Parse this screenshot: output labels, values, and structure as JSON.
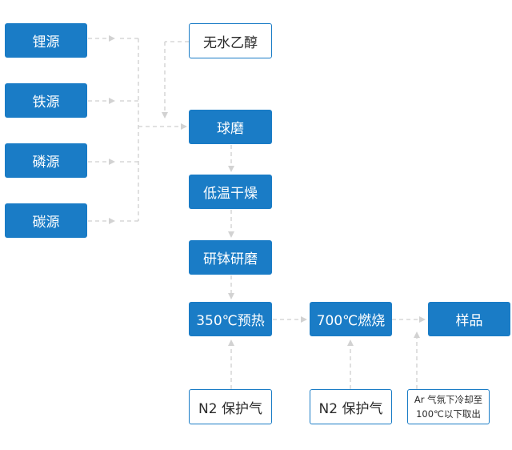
{
  "colors": {
    "node_fill": "#1a7cc6",
    "node_text": "#ffffff",
    "outline_border": "#1a7cc6",
    "outline_text": "#2b2b2b",
    "connector": "#cccccc"
  },
  "nodes": {
    "lithium_source": "锂源",
    "iron_source": "铁源",
    "phosphorus_source": "磷源",
    "carbon_source": "碳源",
    "anhydrous_ethanol": "无水乙醇",
    "ball_milling": "球磨",
    "low_temp_drying": "低温干燥",
    "mortar_grinding": "研钵研磨",
    "preheat_350": "350℃预热",
    "calcine_700": "700℃燃烧",
    "sample": "样品",
    "n2_protection_1": "N2 保护气",
    "n2_protection_2": "N2 保护气",
    "cooling_line_1": "Ar 气氛下冷却至",
    "cooling_line_2": "100℃以下取出"
  }
}
